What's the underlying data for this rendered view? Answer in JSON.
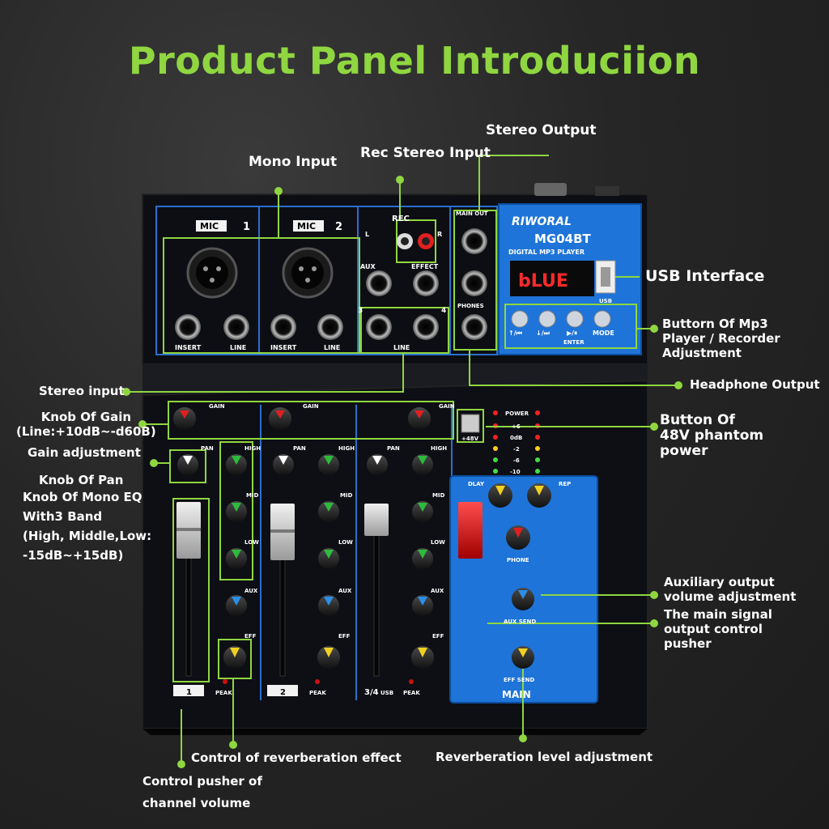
{
  "title": "Product Panel Introduciion",
  "colors": {
    "title": "#8fd640",
    "line": "#8fd640",
    "panel": "#0d0f14",
    "display": "#1e74d8"
  },
  "callouts": {
    "stereo_output": "Stereo Output",
    "rec_stereo_input": "Rec Stereo Input",
    "mono_input": "Mono Input",
    "usb_interface": "USB Interface",
    "mp3_buttons": [
      "Buttorn Of Mp3",
      "Player / Recorder",
      "Adjustment"
    ],
    "headphone_output": "Headphone Output",
    "stereo_input": "Stereo input",
    "knob_gain": [
      "Knob Of Gain",
      "(Line:+10dB~-d60B)"
    ],
    "gain_adjustment": "Gain adjustment",
    "knob_pan": "Knob Of Pan",
    "knob_eq": [
      "Knob Of Mono EQ",
      "With3 Band",
      "(High, Middle,Low:",
      "-15dB~+15dB)"
    ],
    "phantom": [
      "Button Of",
      "48V phantom",
      "power"
    ],
    "aux_output": [
      "Auxiliary output",
      "volume adjustment"
    ],
    "main_pusher": [
      "The main signal",
      "output control",
      "pusher"
    ],
    "reverb_control": "Control of reverberation effect",
    "channel_pusher": [
      "Control pusher of",
      "channel volume"
    ],
    "reverb_level": "Reverberation level adjustment"
  },
  "device": {
    "brand": "RIWORAL",
    "model": "MG04BT",
    "subtitle": "DIGITAL MP3 PLAYER",
    "display_text": "bLUE",
    "mic1": "MIC",
    "mic1_num": "1",
    "mic2": "MIC",
    "mic2_num": "2",
    "insert": "INSERT",
    "line": "LINE",
    "rec": "REC",
    "l": "L",
    "r": "R",
    "aux": "AUX",
    "effect": "EFFECT",
    "line_34": "LINE",
    "ch3": "3",
    "ch4": "4",
    "main_out": "MAIN OUT",
    "phones": "PHONES",
    "usb": "USB",
    "btn_labels": [
      "↑/⏮",
      "↓/⏭",
      "▶/⏸",
      "MODE"
    ],
    "enter": "ENTER",
    "gain": "GAIN",
    "pan": "PAN",
    "high": "HIGH",
    "mid": "MID",
    "low": "LOW",
    "aux_knob": "AUX",
    "eff": "EFF",
    "peak": "PEAK",
    "phantom_btn": "+48V",
    "meter_labels": [
      "POWER",
      "+6",
      "0dB",
      "-2",
      "-6",
      "-10"
    ],
    "dlay": "DLAY",
    "rep": "REP",
    "phone_knob": "PHONE",
    "aux_send": "AUX SEND",
    "eff_send": "EFF SEND",
    "main": "MAIN",
    "strip_labels": [
      "1",
      "2",
      "3/4",
      "USB"
    ]
  }
}
